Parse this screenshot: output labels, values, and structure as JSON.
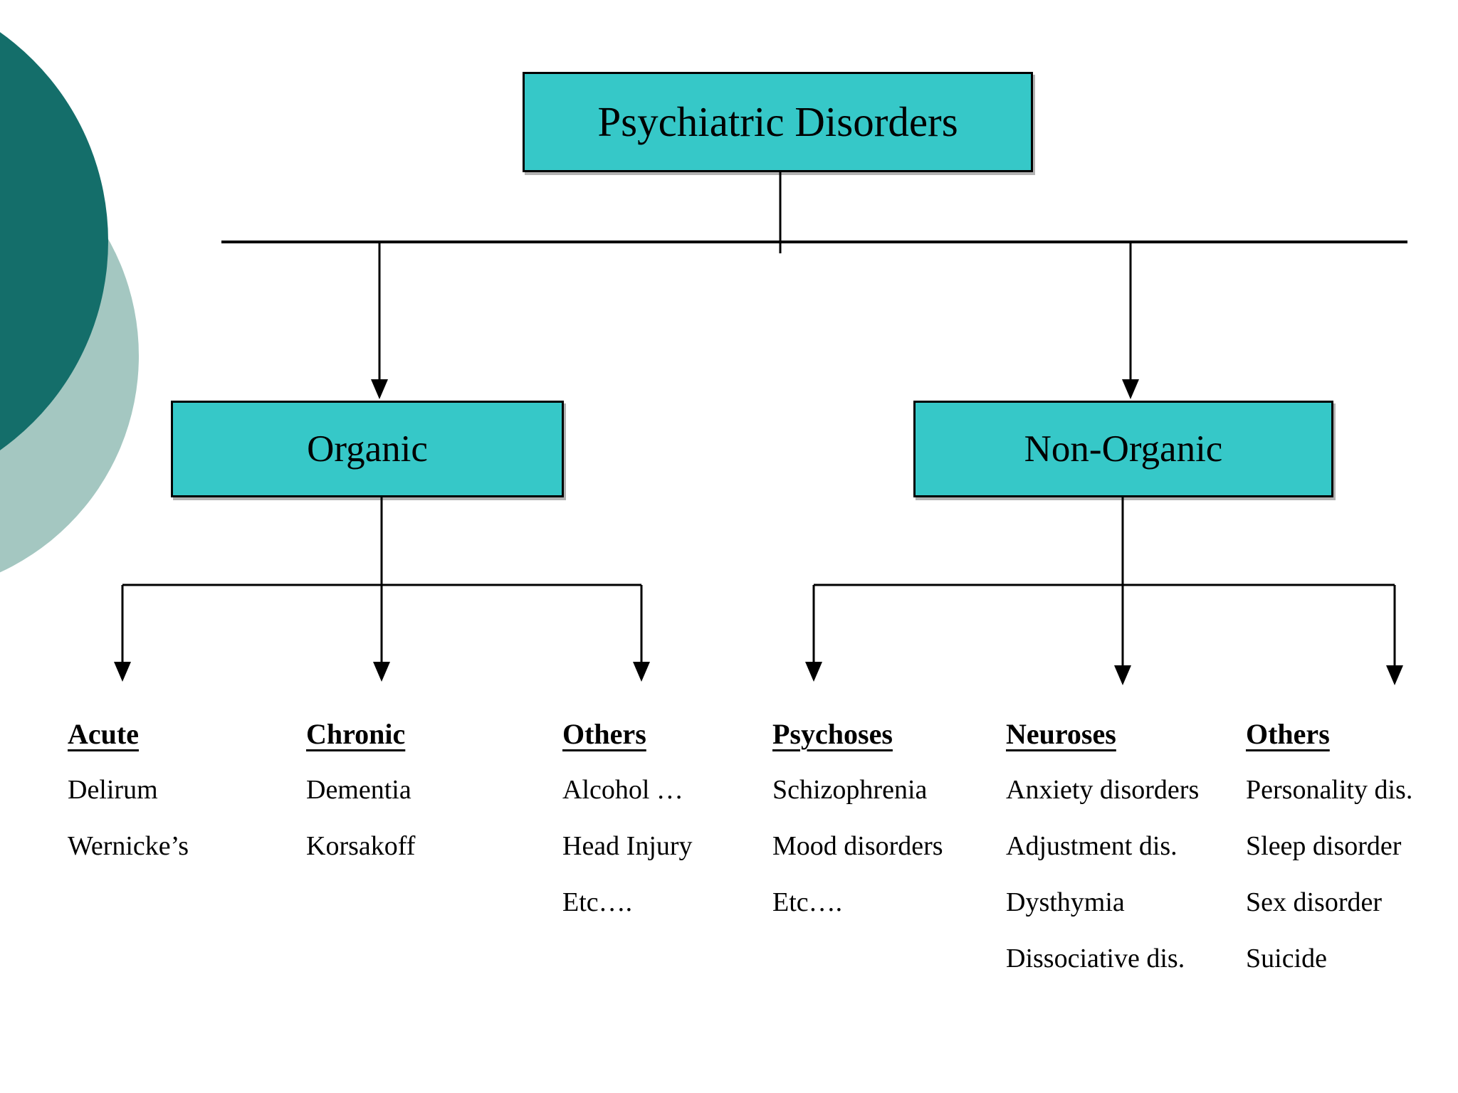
{
  "diagram": {
    "root": {
      "label": "Psychiatric Disorders"
    },
    "level1": [
      {
        "label": "Organic"
      },
      {
        "label": "Non-Organic"
      }
    ],
    "columns": [
      {
        "title": "Acute",
        "items": [
          "Delirum",
          "Wernicke’s"
        ]
      },
      {
        "title": "Chronic",
        "items": [
          "Dementia",
          "Korsakoff"
        ]
      },
      {
        "title": "Others",
        "items": [
          "Alcohol …",
          "Head Injury",
          "Etc…."
        ]
      },
      {
        "title": "Psychoses",
        "items": [
          "Schizophrenia",
          "Mood disorders",
          "Etc…."
        ]
      },
      {
        "title": "Neuroses",
        "items": [
          "Anxiety disorders",
          "Adjustment dis.",
          "Dysthymia",
          "Dissociative dis."
        ]
      },
      {
        "title": "Others",
        "items": [
          "Personality dis.",
          "Sleep disorder",
          "Sex disorder",
          "Suicide"
        ]
      }
    ],
    "colors": {
      "box_fill": "#36c8c8",
      "box_border": "#000000",
      "dark_circle": "#146e6a",
      "light_circle": "#a4c7c1",
      "line": "#000000",
      "text": "#000000",
      "bg": "#ffffff"
    }
  }
}
